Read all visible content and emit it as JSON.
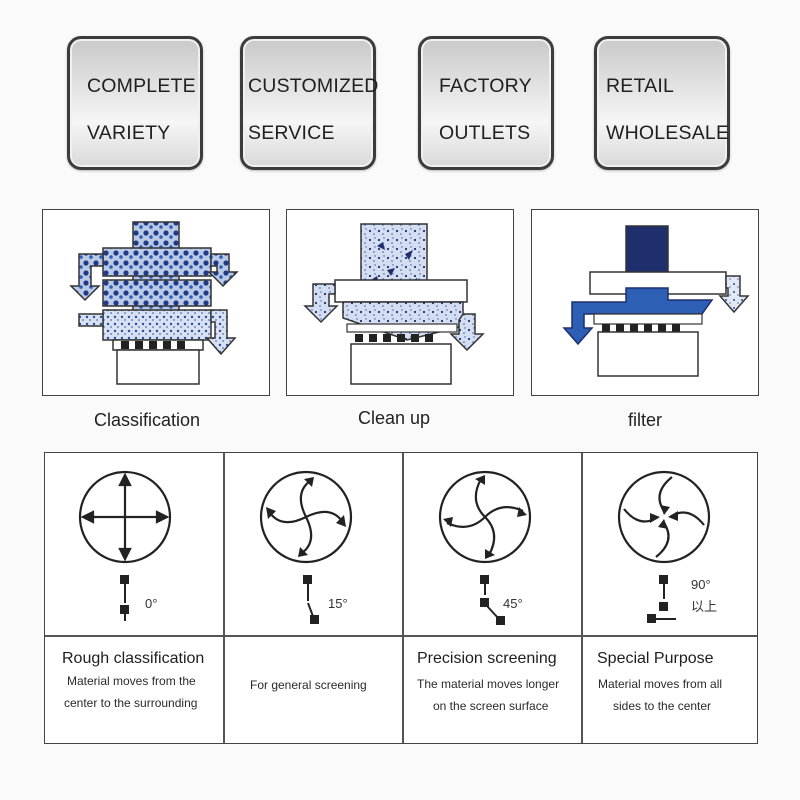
{
  "badges": [
    {
      "line1": "COMPLETE",
      "line2": "VARIETY"
    },
    {
      "line1": "CUSTOMIZED",
      "line2": "SERVICE"
    },
    {
      "line1": "FACTORY",
      "line2": "OUTLETS"
    },
    {
      "line1": "RETAIL",
      "line2": "WHOLESALE"
    }
  ],
  "processes": [
    {
      "label": "Classification"
    },
    {
      "label": "Clean up"
    },
    {
      "label": "filter"
    }
  ],
  "motions": [
    {
      "angle": "0°",
      "title": "Rough classification",
      "desc1": "Material moves from the",
      "desc2": "center to the surrounding"
    },
    {
      "angle": "15°",
      "title": "",
      "desc1": "For general screening",
      "desc2": ""
    },
    {
      "angle": "45°",
      "title": "Precision screening",
      "desc1": "The material moves longer",
      "desc2": "on the screen surface"
    },
    {
      "angle": "90°",
      "angle2": "以上",
      "title": "Special Purpose",
      "desc1": "Material moves from all",
      "desc2": "sides to the center"
    }
  ],
  "colors": {
    "dark_blue": "#1f2f6e",
    "blue": "#2d5fb4",
    "light_blue": "#9fb8e0",
    "outline": "#333333"
  }
}
